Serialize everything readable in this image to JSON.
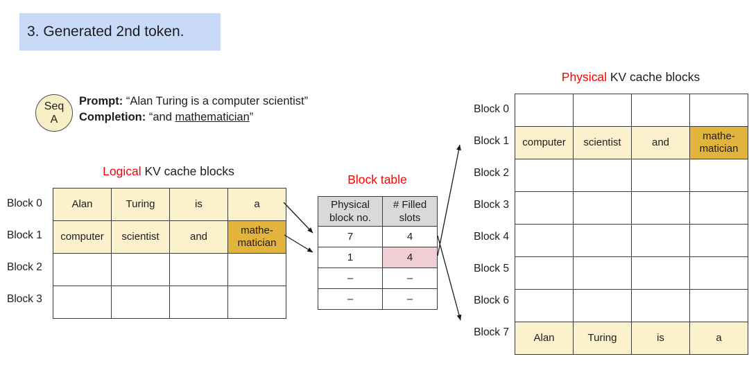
{
  "title": {
    "text": "3. Generated 2nd token."
  },
  "sequence": {
    "circle_line1": "Seq",
    "circle_line2": "A",
    "prompt_label": "Prompt:",
    "prompt_text": "“Alan Turing is a computer scientist”",
    "completion_label": "Completion:",
    "completion_prefix": "“and ",
    "completion_underlined": "mathematician",
    "completion_suffix": "”"
  },
  "logical": {
    "title_red": "Logical",
    "title_rest": " KV cache blocks",
    "row_labels": [
      "Block 0",
      "Block 1",
      "Block 2",
      "Block 3"
    ],
    "rows": [
      [
        "Alan",
        "Turing",
        "is",
        "a"
      ],
      [
        "computer",
        "scientist",
        "and",
        "mathe-\nmatician"
      ],
      [
        "",
        "",
        "",
        ""
      ],
      [
        "",
        "",
        "",
        ""
      ]
    ]
  },
  "block_table": {
    "title": "Block table",
    "headers": [
      "Physical\nblock no.",
      "# Filled\nslots"
    ],
    "rows": [
      [
        "7",
        "4"
      ],
      [
        "1",
        "4"
      ],
      [
        "–",
        "–"
      ],
      [
        "–",
        "–"
      ]
    ]
  },
  "physical": {
    "title_red": "Physical",
    "title_rest": " KV cache blocks",
    "row_labels": [
      "Block 0",
      "Block 1",
      "Block 2",
      "Block 3",
      "Block 4",
      "Block 5",
      "Block 6",
      "Block 7"
    ],
    "rows": [
      [
        "",
        "",
        "",
        ""
      ],
      [
        "computer",
        "scientist",
        "and",
        "mathe-\nmatician"
      ],
      [
        "",
        "",
        "",
        ""
      ],
      [
        "",
        "",
        "",
        ""
      ],
      [
        "",
        "",
        "",
        ""
      ],
      [
        "",
        "",
        "",
        ""
      ],
      [
        "",
        "",
        "",
        ""
      ],
      [
        "Alan",
        "Turing",
        "is",
        "a"
      ]
    ]
  },
  "colors": {
    "accent_red": "#fb0000",
    "title_bg": "#c9daf8",
    "cell_yellow": "#fcf1cd",
    "cell_gold": "#e3b43c",
    "cell_pink": "#f1ced3",
    "header_gray": "#d9d9d9",
    "circle_fill": "#f9efc6",
    "border_dark": "#3a3a3a",
    "text_dark": "#1c1c1c"
  }
}
